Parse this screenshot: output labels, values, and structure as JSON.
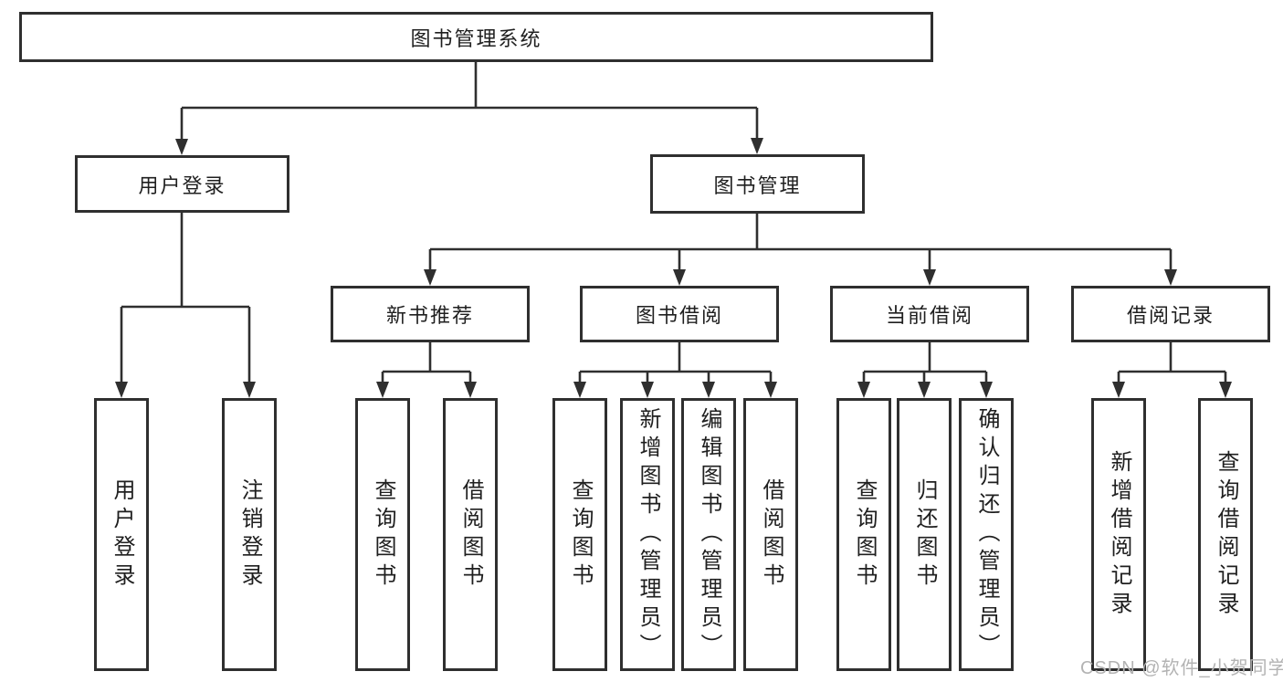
{
  "tree": {
    "label": "图书管理系统",
    "children": [
      {
        "label": "用户登录",
        "children": [
          {
            "label": "用户登录"
          },
          {
            "label": "注销登录"
          }
        ]
      },
      {
        "label": "图书管理",
        "children": [
          {
            "label": "新书推荐",
            "children": [
              {
                "label": "查询图书"
              },
              {
                "label": "借阅图书"
              }
            ]
          },
          {
            "label": "图书借阅",
            "children": [
              {
                "label": "查询图书"
              },
              {
                "label": "新增图书（管理员）"
              },
              {
                "label": "编辑图书（管理员）"
              },
              {
                "label": "借阅图书"
              }
            ]
          },
          {
            "label": "当前借阅",
            "children": [
              {
                "label": "查询图书"
              },
              {
                "label": "归还图书"
              },
              {
                "label": "确认归还（管理员）"
              }
            ]
          },
          {
            "label": "借阅记录",
            "children": [
              {
                "label": "新增借阅记录"
              },
              {
                "label": "查询借阅记录"
              }
            ]
          }
        ]
      }
    ]
  },
  "watermark": "CSDN @软件_小贺同学",
  "colors": {
    "line": "#2f2f2f",
    "box_border": "#2f2f2f",
    "text": "#1f1f1f",
    "watermark": "#b3b3b3",
    "background": "#ffffff"
  }
}
